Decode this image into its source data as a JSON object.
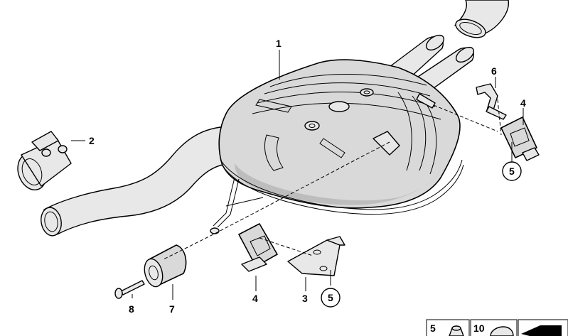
{
  "callouts": {
    "c1": "1",
    "c2": "2",
    "c3": "3",
    "c4a": "4",
    "c4b": "4",
    "c5a": "5",
    "c5b": "5",
    "c6": "6",
    "c7": "7",
    "c8": "8"
  },
  "legend": {
    "item_a": "5",
    "item_b": "10"
  }
}
